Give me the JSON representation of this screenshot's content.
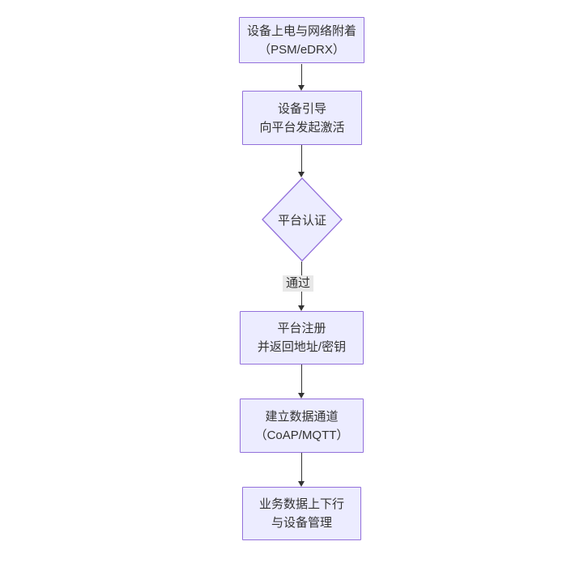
{
  "diagram": {
    "type": "flowchart",
    "direction": "top-down",
    "colors": {
      "background": "#ffffff",
      "node_fill": "#ECECFF",
      "node_border": "#9370DB",
      "arrow": "#333333",
      "text": "#333333",
      "edge_label_bg": "#e8e8e8"
    },
    "nodes": [
      {
        "id": "power-attach",
        "shape": "rect",
        "lines": [
          "设备上电与网络附着",
          "（PSM/eDRX）"
        ]
      },
      {
        "id": "bootstrap",
        "shape": "rect",
        "lines": [
          "设备引导",
          "向平台发起激活"
        ]
      },
      {
        "id": "platform-auth",
        "shape": "diamond",
        "lines": [
          "平台认证"
        ]
      },
      {
        "id": "platform-register",
        "shape": "rect",
        "lines": [
          "平台注册",
          "并返回地址/密钥"
        ]
      },
      {
        "id": "data-channel",
        "shape": "rect",
        "lines": [
          "建立数据通道",
          "（CoAP/MQTT）"
        ]
      },
      {
        "id": "business-data",
        "shape": "rect",
        "lines": [
          "业务数据上下行",
          "与设备管理"
        ]
      }
    ],
    "edges": [
      {
        "from": "power-attach",
        "to": "bootstrap",
        "label": ""
      },
      {
        "from": "bootstrap",
        "to": "platform-auth",
        "label": ""
      },
      {
        "from": "platform-auth",
        "to": "platform-register",
        "label": "通过"
      },
      {
        "from": "platform-register",
        "to": "data-channel",
        "label": ""
      },
      {
        "from": "data-channel",
        "to": "business-data",
        "label": ""
      }
    ]
  }
}
